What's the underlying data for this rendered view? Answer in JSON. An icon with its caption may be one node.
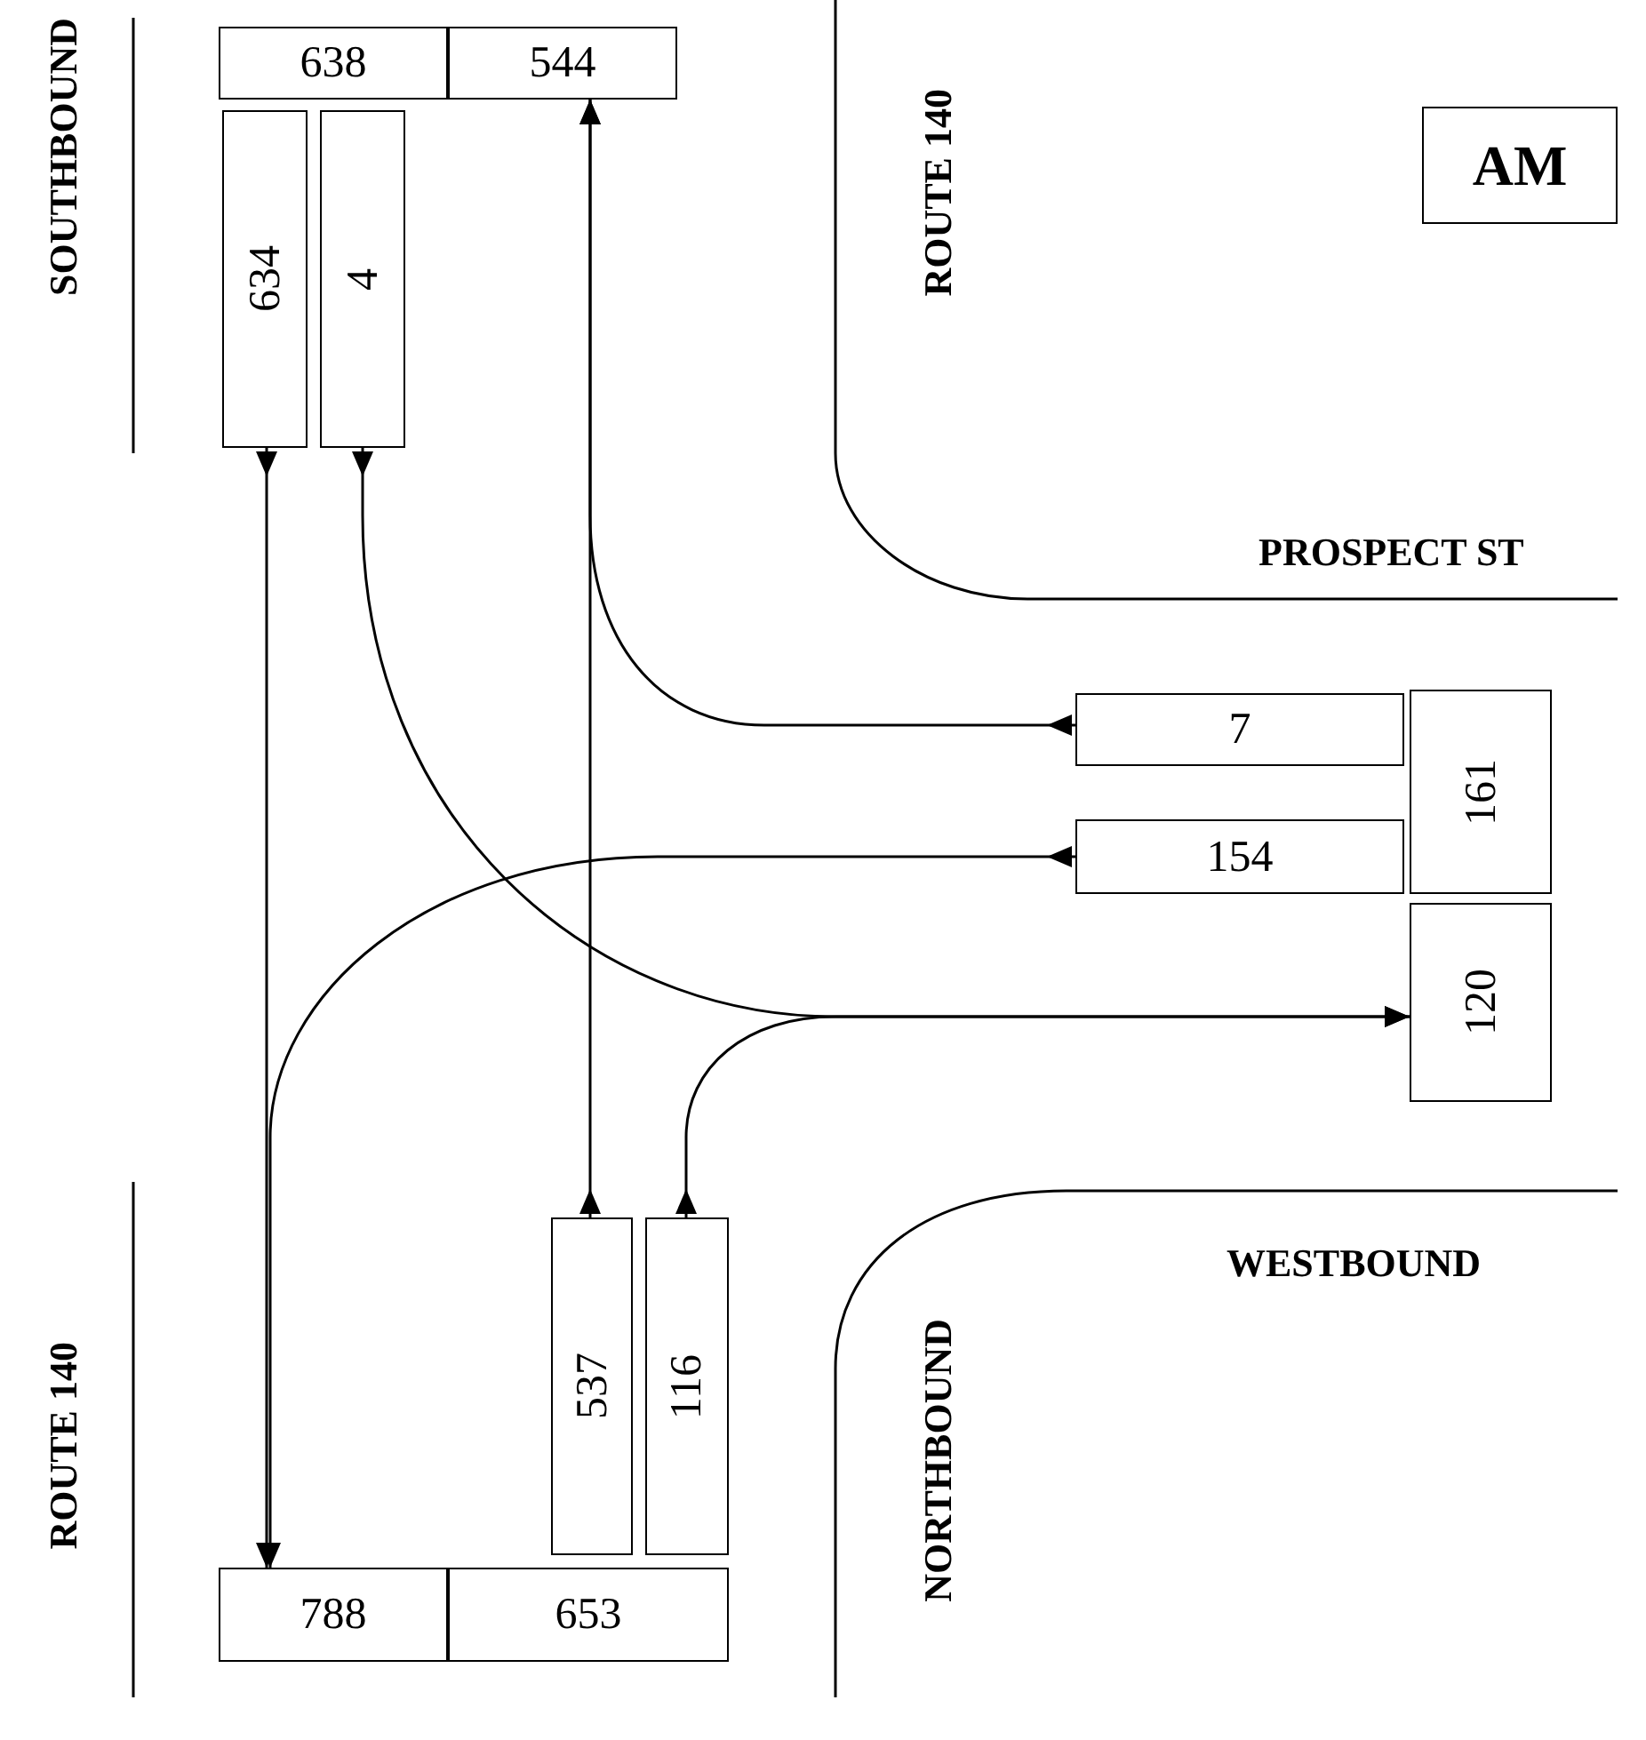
{
  "diagram": {
    "nodes": [
      {
        "text": [
          "638"
        ]
      },
      {
        "text": [
          "544"
        ]
      },
      {
        "text": [
          "634"
        ]
      },
      {
        "text": [
          "4"
        ]
      },
      {
        "text": [
          "7"
        ]
      },
      {
        "text": [
          "154"
        ]
      },
      {
        "text": [
          "161"
        ]
      },
      {
        "text": [
          "120"
        ]
      },
      {
        "text": [
          "537"
        ]
      },
      {
        "text": [
          "116"
        ]
      },
      {
        "text": [
          "788"
        ]
      },
      {
        "text": [
          "653"
        ]
      },
      {
        "text": [
          "AM"
        ]
      }
    ],
    "edges": [
      {
        "from": 2,
        "to": 10,
        "arrow": "to"
      },
      {
        "from": 3,
        "to": 7,
        "arrow": "to"
      },
      {
        "from": 4,
        "to": 1,
        "arrow": "to"
      },
      {
        "from": 5,
        "to": 10,
        "arrow": "to"
      },
      {
        "from": 8,
        "to": 1,
        "arrow": "to"
      },
      {
        "from": 9,
        "to": 7,
        "arrow": "to"
      }
    ],
    "labels": [
      "SOUTHBOUND",
      "ROUTE 140",
      "PROSPECT ST",
      "WESTBOUND",
      "ROUTE 140",
      "NORTHBOUND"
    ]
  }
}
